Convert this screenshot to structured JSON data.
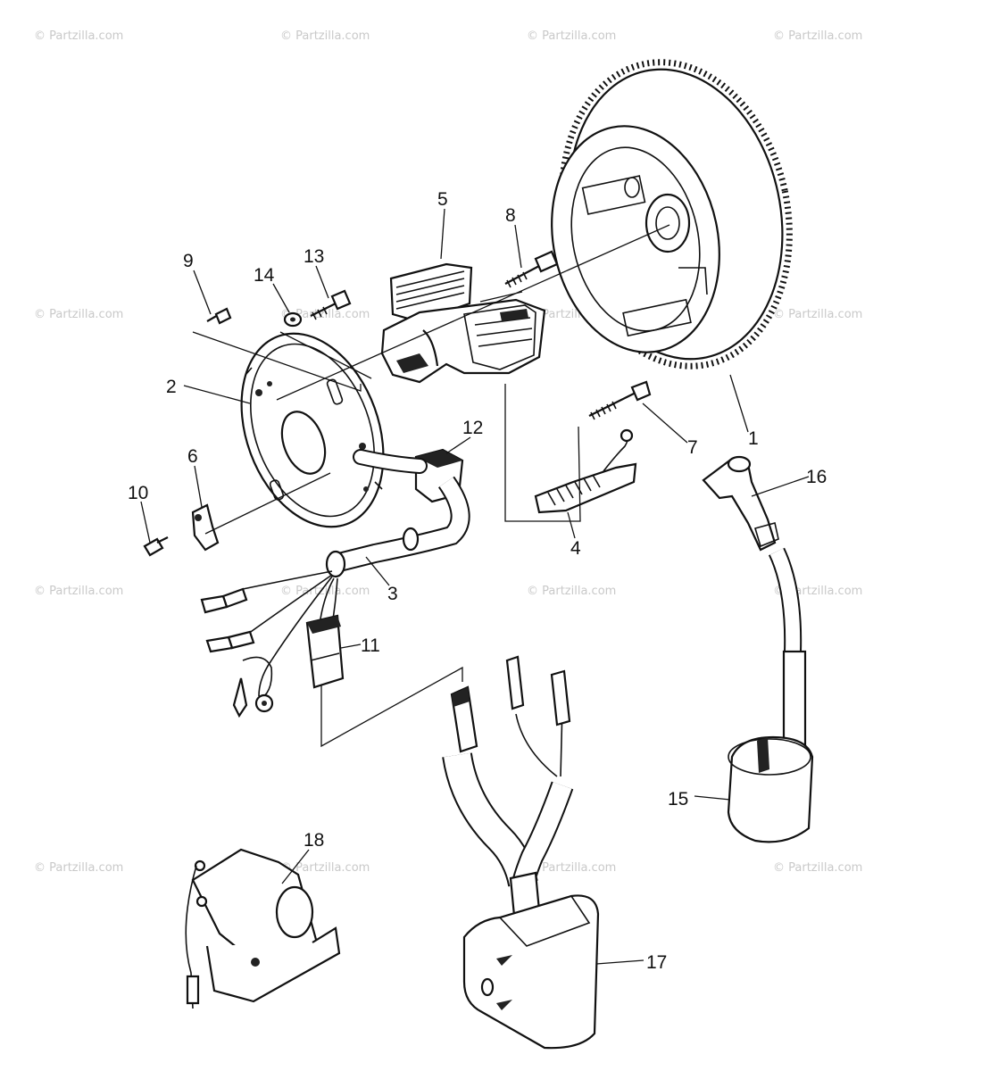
{
  "watermark": "© Partzilla.com",
  "callouts": [
    {
      "id": "c1",
      "text": "1"
    },
    {
      "id": "c2",
      "text": "2"
    },
    {
      "id": "c3",
      "text": "3"
    },
    {
      "id": "c4",
      "text": "4"
    },
    {
      "id": "c5",
      "text": "5"
    },
    {
      "id": "c6",
      "text": "6"
    },
    {
      "id": "c7",
      "text": "7"
    },
    {
      "id": "c8",
      "text": "8"
    },
    {
      "id": "c9",
      "text": "9"
    },
    {
      "id": "c10",
      "text": "10"
    },
    {
      "id": "c11",
      "text": "11"
    },
    {
      "id": "c12",
      "text": "12"
    },
    {
      "id": "c13",
      "text": "13"
    },
    {
      "id": "c14",
      "text": "14"
    },
    {
      "id": "c15",
      "text": "15"
    },
    {
      "id": "c16",
      "text": "16"
    },
    {
      "id": "c17",
      "text": "17"
    },
    {
      "id": "c18",
      "text": "18"
    }
  ]
}
